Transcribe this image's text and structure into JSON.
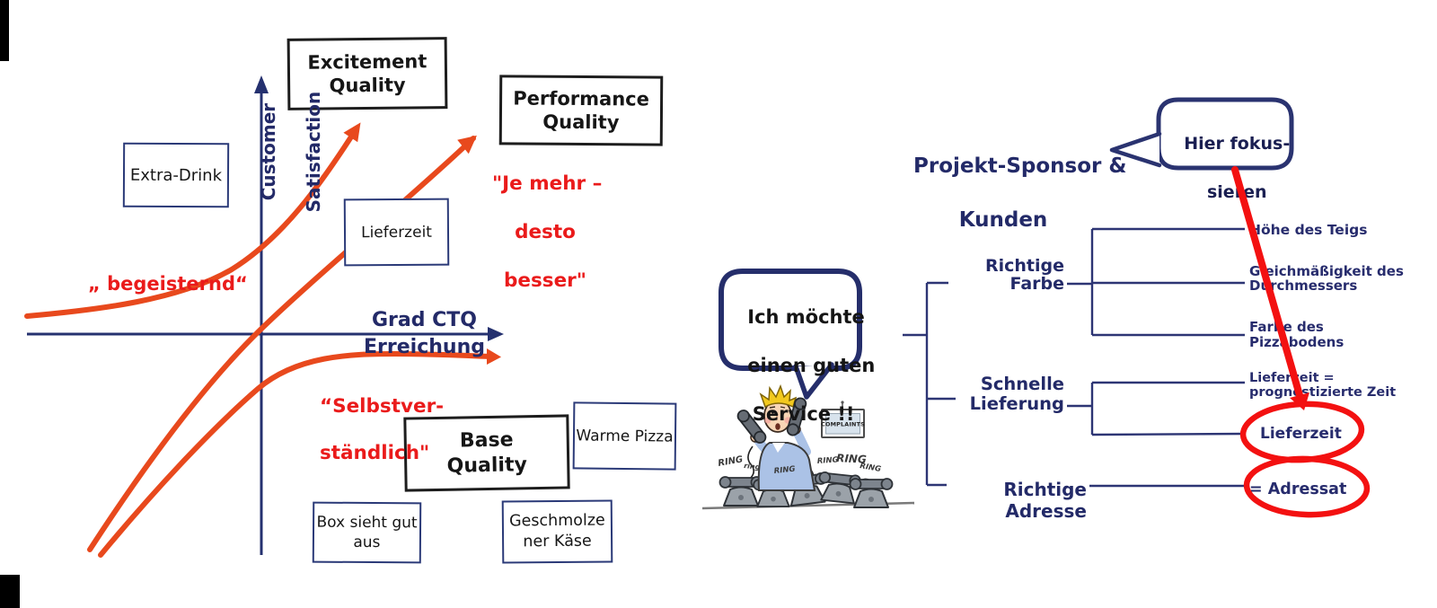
{
  "kano": {
    "axis_y": {
      "l1": "Customer",
      "l2": "Satisfaction"
    },
    "axis_x": {
      "l1": "Grad CTQ",
      "l2": "Erreichung"
    },
    "boxes": {
      "excitement": {
        "l1": "Excitement",
        "l2": "Quality"
      },
      "performance": {
        "l1": "Performance",
        "l2": "Quality"
      },
      "base": {
        "l1": "Base",
        "l2": "Quality"
      },
      "extra_drink": {
        "l1": "Extra-Drink"
      },
      "lieferzeit": {
        "l1": "Lieferzeit"
      },
      "warme_pizza": {
        "l1": "Warme Pizza"
      },
      "box_sieht": {
        "l1": "Box sieht gut",
        "l2": "aus"
      },
      "geschmolzener": {
        "l1": "Geschmolze",
        "l2": "ner Käse"
      }
    },
    "annotations": {
      "begeisternd": "„ begeisternd“",
      "je_mehr": {
        "l1": "\"Je mehr –",
        "l2": "desto",
        "l3": "besser\""
      },
      "selbstverstaendlich": {
        "l1": "“Selbstver-",
        "l2": "ständlich\""
      }
    }
  },
  "ctq": {
    "title": {
      "l1": "Projekt-Sponsor &",
      "l2": "Kunden"
    },
    "focus_bubble": {
      "l1": "Hier fokus-",
      "l2": "sieren"
    },
    "service_bubble": {
      "l1": "Ich möchte",
      "l2": "einen guten",
      "l3": "Service !!"
    },
    "categories": {
      "farbe": {
        "l1": "Richtige",
        "l2": "Farbe"
      },
      "lieferung": {
        "l1": "Schnelle",
        "l2": "Lieferung"
      },
      "adresse": {
        "l1": "Richtige Adresse"
      }
    },
    "leaves": {
      "hoehe": "Höhe des Teigs",
      "gleichmaessigkeit": {
        "l1": "Gleichmäßigkeit des",
        "l2": "Durchmessers"
      },
      "farbe_boden": {
        "l1": "Farbe des",
        "l2": "Pizzabodens"
      },
      "prognostiziert": {
        "l1": "Lieferzeit =",
        "l2": "prognostizierte Zeit"
      },
      "lieferzeit": "Lieferzeit",
      "adressat": "= Adressat"
    },
    "cartoon": {
      "sign": "COMPLAINTS",
      "rings": [
        "RING",
        "ring",
        "RING",
        "RING",
        "RING",
        "RING"
      ]
    }
  },
  "colors": {
    "navy_line": "#2d3574",
    "navy_text": "#232a68",
    "orange_curve": "#e8491d",
    "red_text": "#ea1b1b",
    "red_mark": "#f31111"
  }
}
